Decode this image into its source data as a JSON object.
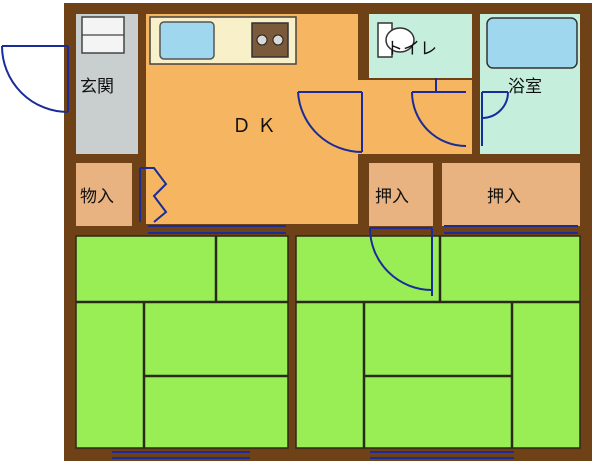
{
  "rooms": {
    "entrance": "玄関",
    "dk": "ＤＫ",
    "toilet": "トイレ",
    "bath": "浴室",
    "storage": "物入",
    "closet_center": "押入",
    "closet_right": "押入"
  },
  "colors": {
    "wall": "#6e4117",
    "tatami": "#99ee55",
    "tatami_line": "#2a2a18",
    "dk_floor": "#f6b560",
    "entrance_floor": "#c9cfcf",
    "wet_floor": "#c6eedd",
    "closet_floor": "#e8b380",
    "counter": "#f7f0c8",
    "fixture": "#9fd8ee",
    "door_line": "#1a2c99",
    "window_fill": "#cfe2f7"
  }
}
